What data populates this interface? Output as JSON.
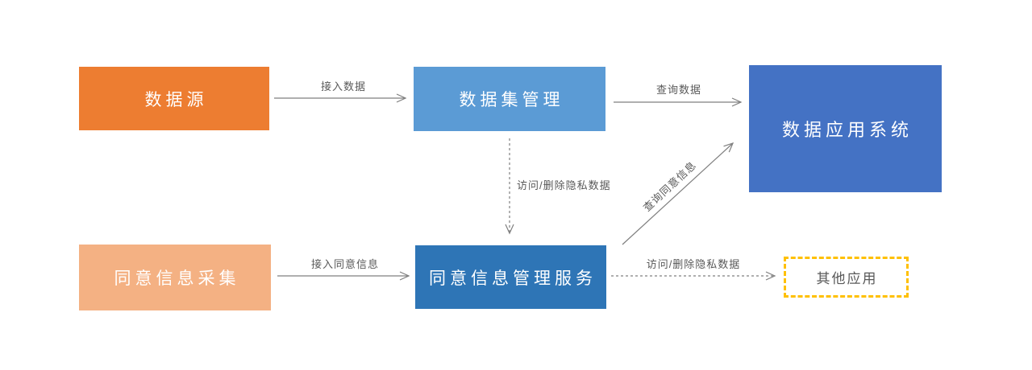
{
  "diagram": {
    "background": "#FFFFFF",
    "arrow_color": "#7F7F7F",
    "label_color": "#595959",
    "nodes": [
      {
        "id": "data-source",
        "label": "数据源",
        "fill": "#ED7D31",
        "text_color": "#FFFFFF"
      },
      {
        "id": "dataset-management",
        "label": "数据集管理",
        "fill": "#5B9BD5",
        "text_color": "#FFFFFF"
      },
      {
        "id": "data-application-system",
        "label": "数据应用系统",
        "fill": "#4472C4",
        "text_color": "#FFFFFF"
      },
      {
        "id": "consent-info-collection",
        "label": "同意信息采集",
        "fill": "#F4B183",
        "text_color": "#FFFFFF"
      },
      {
        "id": "consent-management-service",
        "label": "同意信息管理服务",
        "fill": "#2E75B6",
        "text_color": "#FFFFFF"
      },
      {
        "id": "other-applications",
        "label": "其他应用",
        "fill": "#FFFFFF",
        "text_color": "#595959",
        "border_color": "#FFC000",
        "border_style": "dashed"
      }
    ],
    "edges": [
      {
        "from": "data-source",
        "to": "dataset-management",
        "label": "接入数据",
        "style": "solid"
      },
      {
        "from": "dataset-management",
        "to": "data-application-system",
        "label": "查询数据",
        "style": "solid"
      },
      {
        "from": "dataset-management",
        "to": "consent-management-service",
        "label": "访问/删除隐私数据",
        "style": "dashed"
      },
      {
        "from": "consent-info-collection",
        "to": "consent-management-service",
        "label": "接入同意信息",
        "style": "solid"
      },
      {
        "from": "consent-management-service",
        "to": "data-application-system",
        "label": "查询同意信息",
        "style": "solid"
      },
      {
        "from": "consent-management-service",
        "to": "other-applications",
        "label": "访问/删除隐私数据",
        "style": "dashed"
      }
    ]
  }
}
